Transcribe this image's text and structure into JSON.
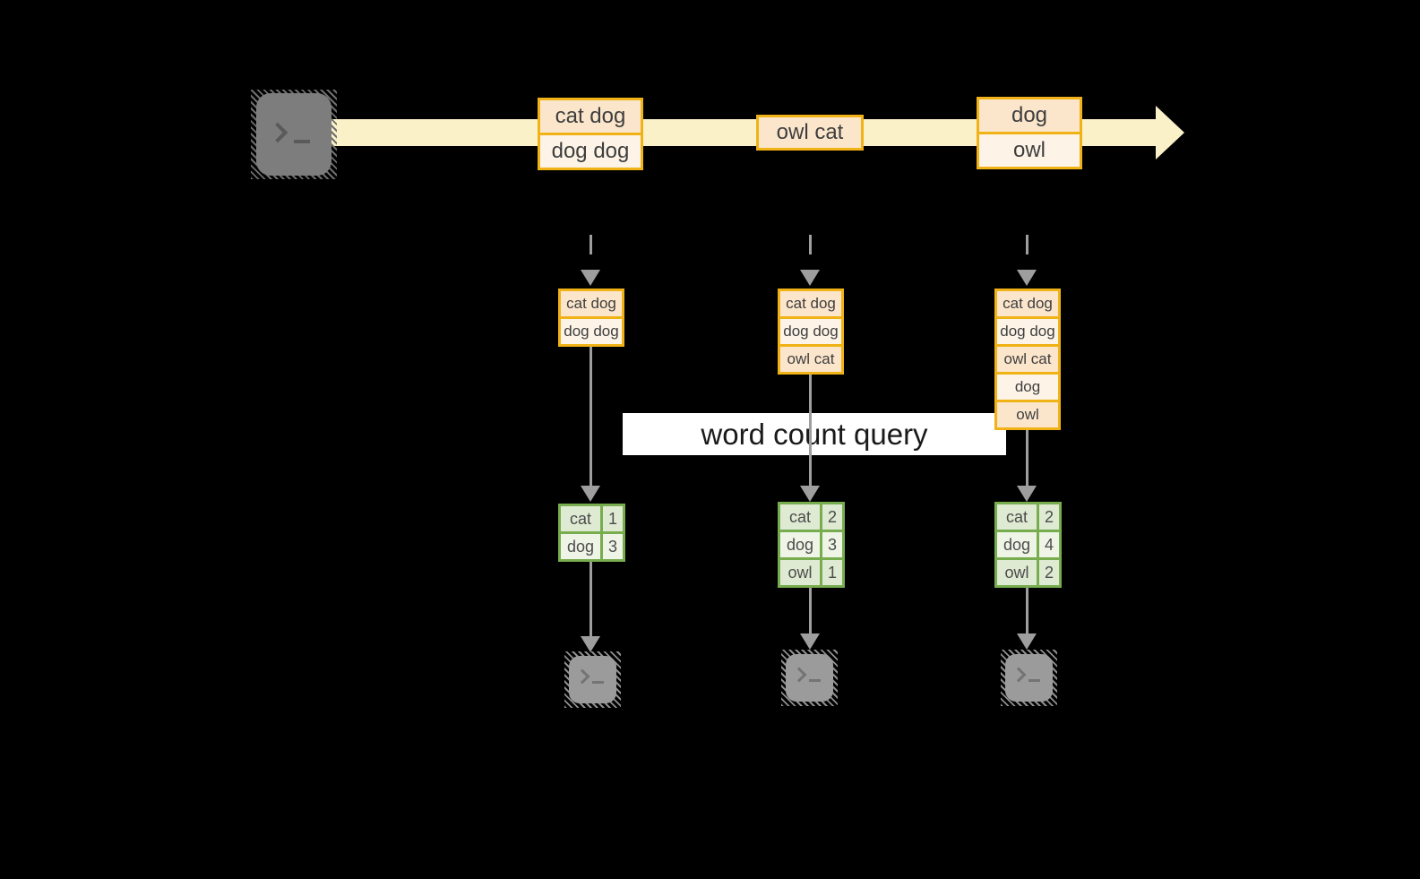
{
  "query": {
    "label": "word count query"
  },
  "stream": {
    "batches": [
      {
        "rows": [
          "cat dog",
          "dog dog"
        ]
      },
      {
        "rows": [
          "owl cat"
        ]
      },
      {
        "rows": [
          "dog",
          "owl"
        ]
      }
    ]
  },
  "pipelines": [
    {
      "state_rows": [
        "cat dog",
        "dog dog"
      ],
      "counts": [
        {
          "word": "cat",
          "count": "1"
        },
        {
          "word": "dog",
          "count": "3"
        }
      ]
    },
    {
      "state_rows": [
        "cat dog",
        "dog dog",
        "owl cat"
      ],
      "counts": [
        {
          "word": "cat",
          "count": "2"
        },
        {
          "word": "dog",
          "count": "3"
        },
        {
          "word": "owl",
          "count": "1"
        }
      ]
    },
    {
      "state_rows": [
        "cat dog",
        "dog dog",
        "owl cat",
        "dog",
        "owl"
      ],
      "counts": [
        {
          "word": "cat",
          "count": "2"
        },
        {
          "word": "dog",
          "count": "4"
        },
        {
          "word": "owl",
          "count": "2"
        }
      ]
    }
  ],
  "icons": {
    "source": "terminal-icon",
    "sinks": [
      "terminal-icon",
      "terminal-icon",
      "terminal-icon"
    ]
  },
  "colors": {
    "accent_orange": "#f0b215",
    "fill_peach": "#fbe6cc",
    "fill_cream": "#fdf4e7",
    "stream_band": "#fbf1c9",
    "accent_green": "#78ad4f",
    "green_row_dark": "#dfead2",
    "green_row_light": "#eef4e6",
    "arrow_gray": "#9e9e9e",
    "background": "#000000"
  }
}
